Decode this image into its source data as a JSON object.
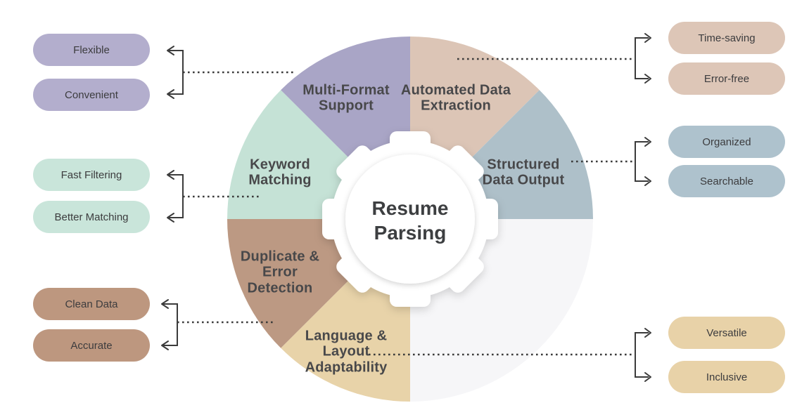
{
  "title": "Resume\nParsing",
  "palette": {
    "ink": "#3d3f41",
    "line": "#3b3b3b",
    "background": "#ffffff"
  },
  "wheel": {
    "hub_color": "#ffffff",
    "empty_segment_color": "#f6f6f8",
    "segments": [
      {
        "name": "multi-format-support",
        "label": "Multi-Format\nSupport",
        "color": "#a9a5c6"
      },
      {
        "name": "automated-data-extraction",
        "label": "Automated Data\nExtraction",
        "color": "#dcc5b6"
      },
      {
        "name": "structured-data-output",
        "label": "Structured\nData Output",
        "color": "#aec0c9"
      },
      {
        "name": "keyword-matching",
        "label": "Keyword\nMatching",
        "color": "#c5e2d6"
      },
      {
        "name": "duplicate-error-detection",
        "label": "Duplicate &\nError\nDetection",
        "color": "#bc9983"
      },
      {
        "name": "language-layout-adaptability",
        "label": "Language &\nLayout\nAdaptability",
        "color": "#e8d3a9"
      }
    ]
  },
  "benefits": [
    {
      "group": "multi-format-support",
      "color": "#b3aecd",
      "items": [
        "Flexible",
        "Convenient"
      ]
    },
    {
      "group": "keyword-matching",
      "color": "#c9e5da",
      "items": [
        "Fast Filtering",
        "Better Matching"
      ]
    },
    {
      "group": "duplicate-error-detection",
      "color": "#bd977f",
      "items": [
        "Clean Data",
        "Accurate"
      ]
    },
    {
      "group": "automated-data-extraction",
      "color": "#ddc6b7",
      "items": [
        "Time-saving",
        "Error-free"
      ]
    },
    {
      "group": "structured-data-output",
      "color": "#aec2cd",
      "items": [
        "Organized",
        "Searchable"
      ]
    },
    {
      "group": "language-layout-adaptability",
      "color": "#e8d2a8",
      "items": [
        "Versatile",
        "Inclusive"
      ]
    }
  ]
}
